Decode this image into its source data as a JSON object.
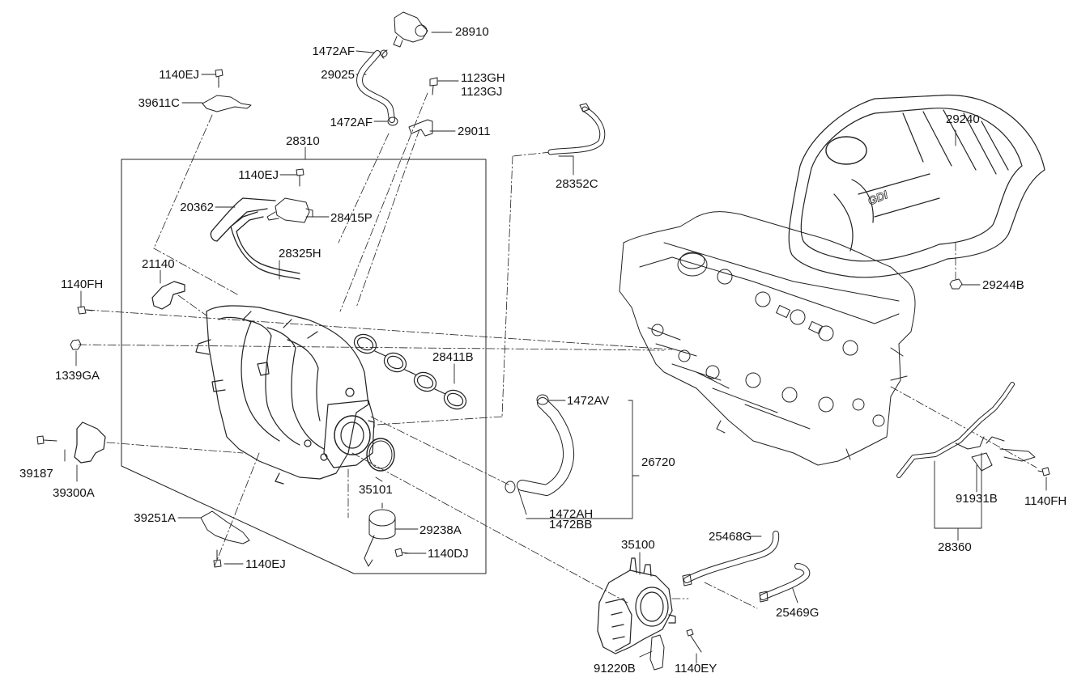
{
  "diagram": {
    "cover_badge": "GDI",
    "part_labels": {
      "p28910": "28910",
      "p1472AF_a": "1472AF",
      "p29025": "29025",
      "p1123GH": "1123GH",
      "p1123GJ": "1123GJ",
      "p1472AF_b": "1472AF",
      "p29011": "29011",
      "p1140EJ_a": "1140EJ",
      "p39611C": "39611C",
      "p28310": "28310",
      "p1140EJ_b": "1140EJ",
      "p20362": "20362",
      "p28415P": "28415P",
      "p28325H": "28325H",
      "p21140": "21140",
      "p1140FH_a": "1140FH",
      "p1339GA": "1339GA",
      "p28411B": "28411B",
      "p39187": "39187",
      "p39300A": "39300A",
      "p35101": "35101",
      "p39251A": "39251A",
      "p29238A": "29238A",
      "p1140DJ": "1140DJ",
      "p1140EJ_c": "1140EJ",
      "p28352C": "28352C",
      "p29240": "29240",
      "p29244B": "29244B",
      "p1472AV": "1472AV",
      "p26720": "26720",
      "p1472AH": "1472AH",
      "p1472BB": "1472BB",
      "p91931B": "91931B",
      "p1140FH_b": "1140FH",
      "p28360": "28360",
      "p35100": "35100",
      "p25468G": "25468G",
      "p25469G": "25469G",
      "p91220B": "91220B",
      "p1140EY": "1140EY"
    }
  }
}
